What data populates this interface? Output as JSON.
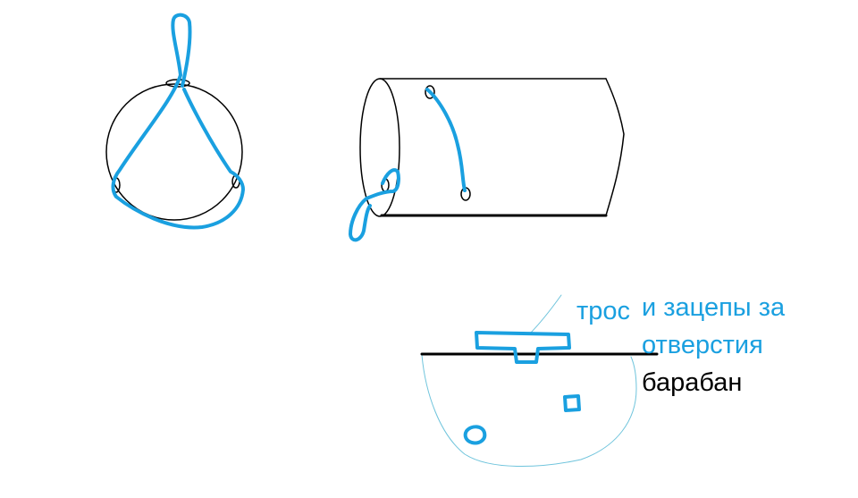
{
  "labels": {
    "tros": "трос",
    "line1": "и зацепы  за",
    "line2": "отверстия",
    "baraban": "барабан"
  },
  "colors": {
    "rope": "#1aa0e0",
    "ink": "#000000",
    "sketch": "#6fc4dc",
    "background": "#ffffff"
  }
}
